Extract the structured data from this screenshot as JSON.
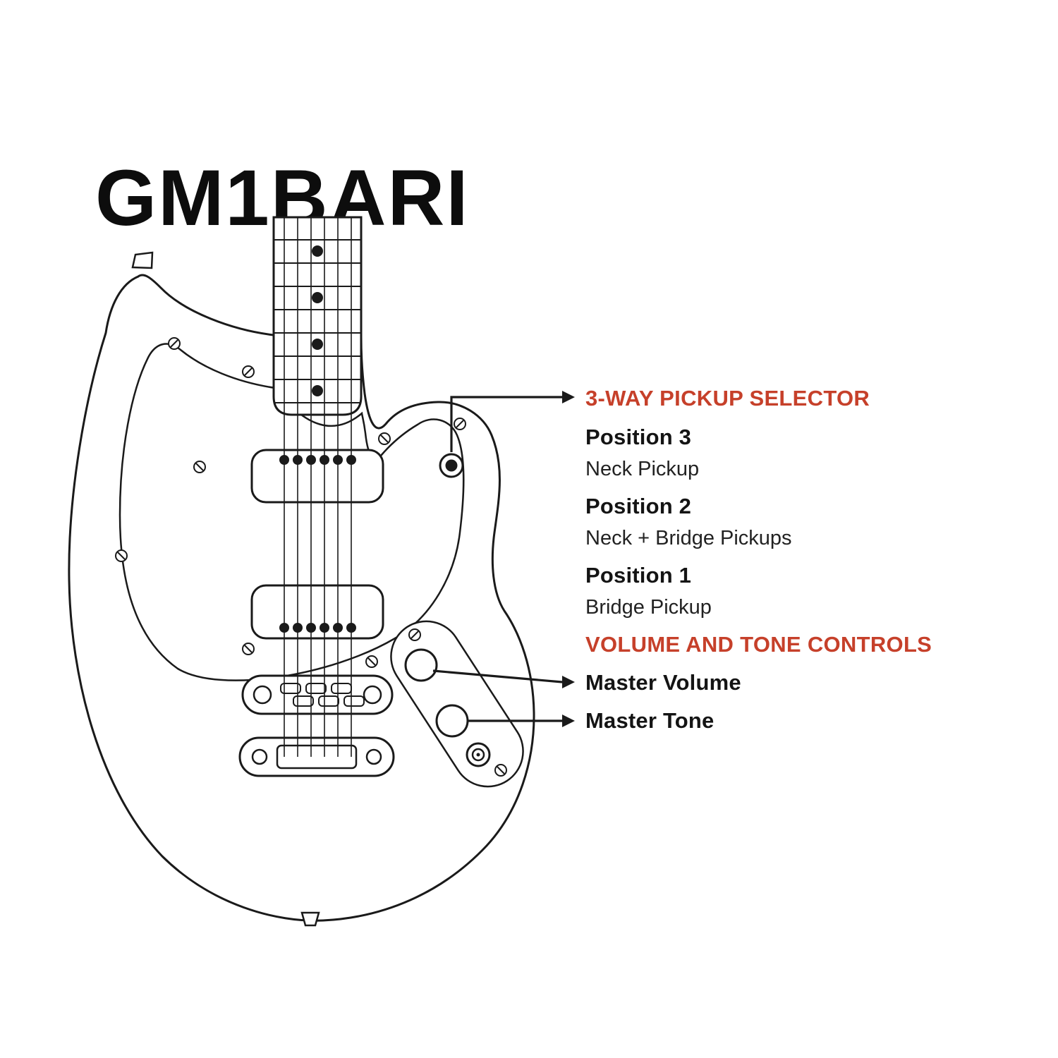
{
  "page": {
    "title": "GM1BARI",
    "background": "#ffffff"
  },
  "colors": {
    "accent": "#c6402a",
    "ink": "#1a1a1a"
  },
  "annotations": {
    "selector": {
      "heading": "3-WAY PICKUP SELECTOR",
      "positions": [
        {
          "label": "Position 3",
          "description": "Neck Pickup"
        },
        {
          "label": "Position 2",
          "description": "Neck + Bridge Pickups"
        },
        {
          "label": "Position 1",
          "description": "Bridge Pickup"
        }
      ]
    },
    "controls": {
      "heading": "VOLUME AND TONE CONTROLS",
      "items": [
        {
          "label": "Master Volume"
        },
        {
          "label": "Master Tone"
        }
      ]
    }
  }
}
